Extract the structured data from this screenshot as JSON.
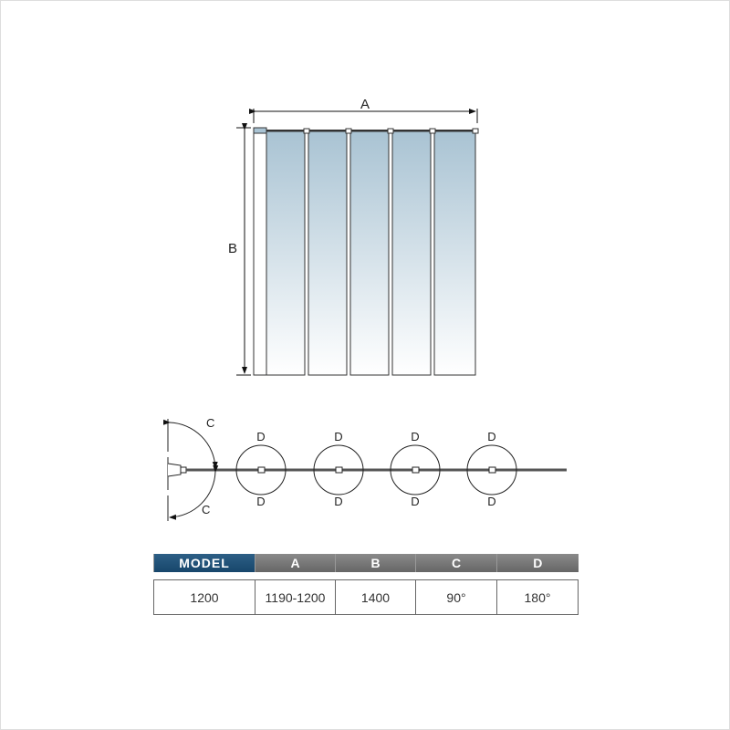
{
  "diagram": {
    "labels": {
      "width": "A",
      "height": "B",
      "wall_angle": "C",
      "panel_angle": "D"
    }
  },
  "spec_table": {
    "headers": [
      "MODEL",
      "A",
      "B",
      "C",
      "D"
    ],
    "values": [
      "1200",
      "1190-1200",
      "1400",
      "90°",
      "180°"
    ]
  },
  "colors": {
    "header_model": "#1e4e74",
    "header_other": "#777777",
    "glass_top": "#a9c3d3"
  }
}
